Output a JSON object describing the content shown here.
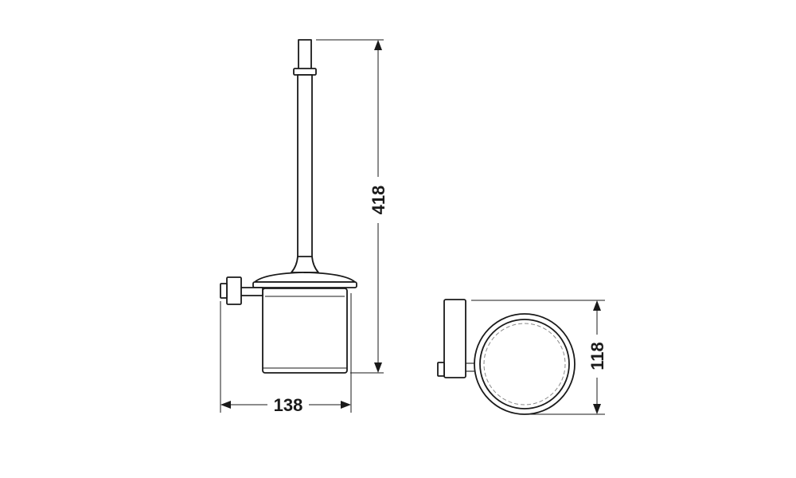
{
  "front_view": {
    "height_label": "418",
    "width_label": "138"
  },
  "top_view": {
    "diameter_label": "118"
  }
}
